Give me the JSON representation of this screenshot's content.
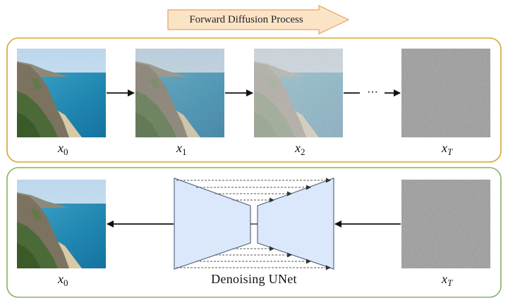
{
  "title": "Forward Diffusion Process",
  "ellipsis": "···",
  "top_row": [
    {
      "base": "x",
      "sub": "0"
    },
    {
      "base": "x",
      "sub": "1"
    },
    {
      "base": "x",
      "sub": "2"
    },
    {
      "base": "x",
      "sub": "T"
    }
  ],
  "bottom_row": [
    {
      "base": "x",
      "sub": "0"
    },
    {
      "base": "x",
      "sub": "T"
    }
  ],
  "unet_label": "Denoising UNet",
  "colors": {
    "top_border": "#d6a72d",
    "bottom_border": "#86b25f",
    "title_arrow_fill": "#fbe3c6",
    "title_arrow_stroke": "#e5a55e",
    "unet_fill": "#dbe7fb",
    "unet_stroke": "#5a6a85"
  }
}
